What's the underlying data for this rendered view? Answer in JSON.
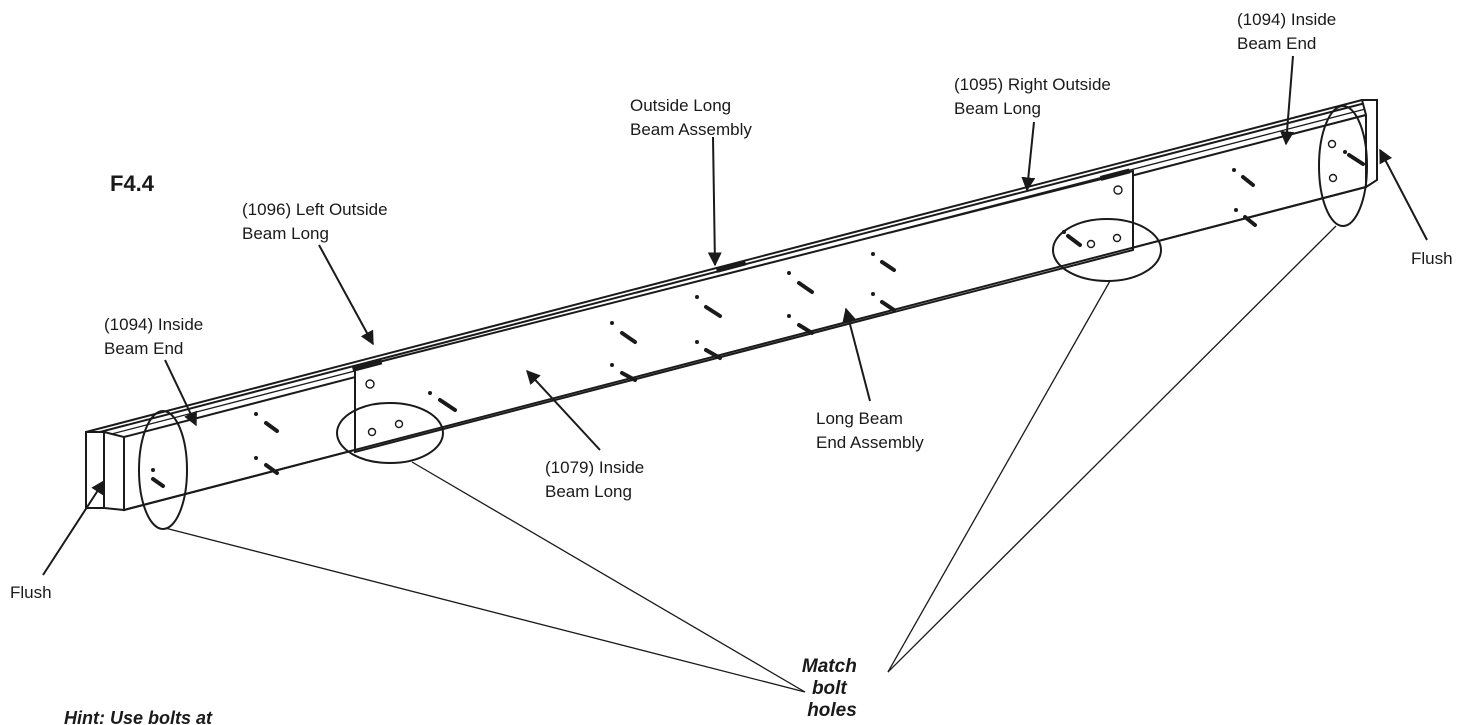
{
  "figure_label": "F4.4",
  "labels": {
    "inside_beam_end_top": [
      "(1094) Inside",
      "Beam End"
    ],
    "right_outside_beam_long": [
      "(1095) Right Outside",
      "Beam Long"
    ],
    "outside_long_beam_assembly": [
      "Outside Long",
      "Beam Assembly"
    ],
    "left_outside_beam_long": [
      "(1096) Left Outside",
      "Beam Long"
    ],
    "inside_beam_end_left": [
      "(1094) Inside",
      "Beam End"
    ],
    "long_beam_end_assembly": [
      "Long Beam",
      "End Assembly"
    ],
    "inside_beam_long": [
      "(1079) Inside",
      "Beam Long"
    ],
    "flush_right": "Flush",
    "flush_left": "Flush",
    "match_bolt_holes": [
      "Match",
      "bolt",
      "holes"
    ],
    "hint": "Hint: Use bolts at"
  }
}
